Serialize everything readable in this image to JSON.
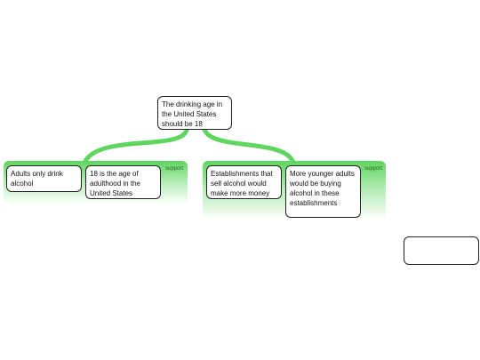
{
  "map": {
    "central_topic": "The drinking age in the United States should be 18",
    "groups": [
      {
        "label": "support",
        "premises": [
          "Adults only drink alcohol",
          "18 is the age of adulthood in the United States"
        ]
      },
      {
        "label": "support",
        "premises": [
          "Establishments that sell alcohol would make more money",
          "More younger adults would be buying alcohol in these establishments"
        ]
      }
    ],
    "empty_node": ""
  },
  "colors": {
    "connector": "#5fd45f",
    "group_top": "#5fd45f",
    "node_border": "#222222"
  },
  "icons": {
    "edit_cursor": "text-cursor-icon"
  }
}
